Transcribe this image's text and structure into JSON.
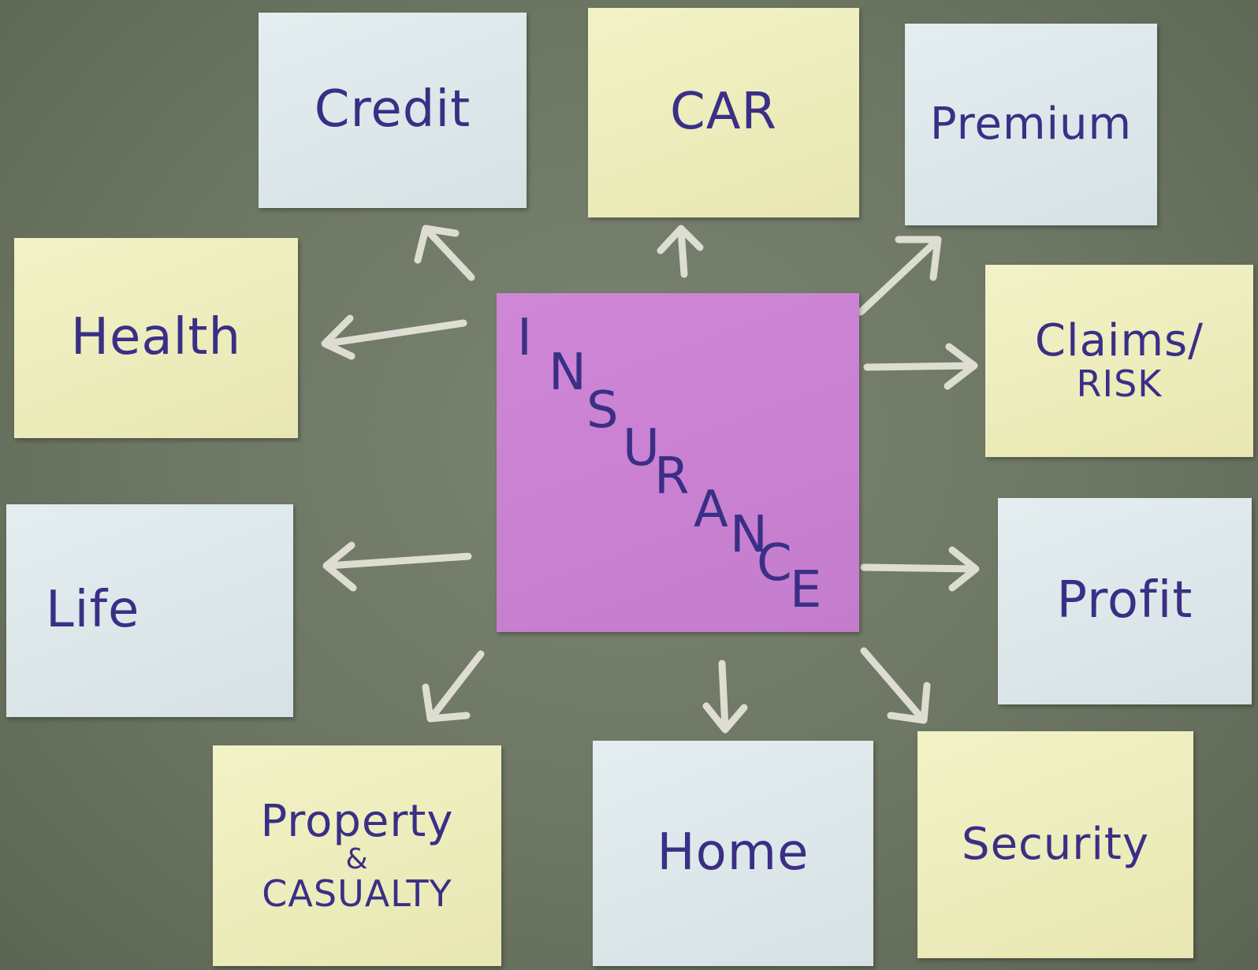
{
  "center_note": {
    "letters": [
      "I",
      "N",
      "S",
      "U",
      "R",
      "A",
      "N",
      "C",
      "E"
    ]
  },
  "notes": {
    "credit": "Credit",
    "car": "CAR",
    "premium": "Premium",
    "health": "Health",
    "claims_line1": "Claims/",
    "claims_line2": "RISK",
    "life": "Life",
    "profit": "Profit",
    "property_line1": "Property",
    "property_amp": "&",
    "property_line2": "CASUALTY",
    "home": "Home",
    "security": "Security"
  },
  "colors": {
    "board": "#6c7663",
    "chalk": "#e8e6dc",
    "note_blue": "#dce6e9",
    "note_yellow": "#ededbd",
    "note_pink": "#c980d0",
    "ink": "#3a2f86"
  }
}
